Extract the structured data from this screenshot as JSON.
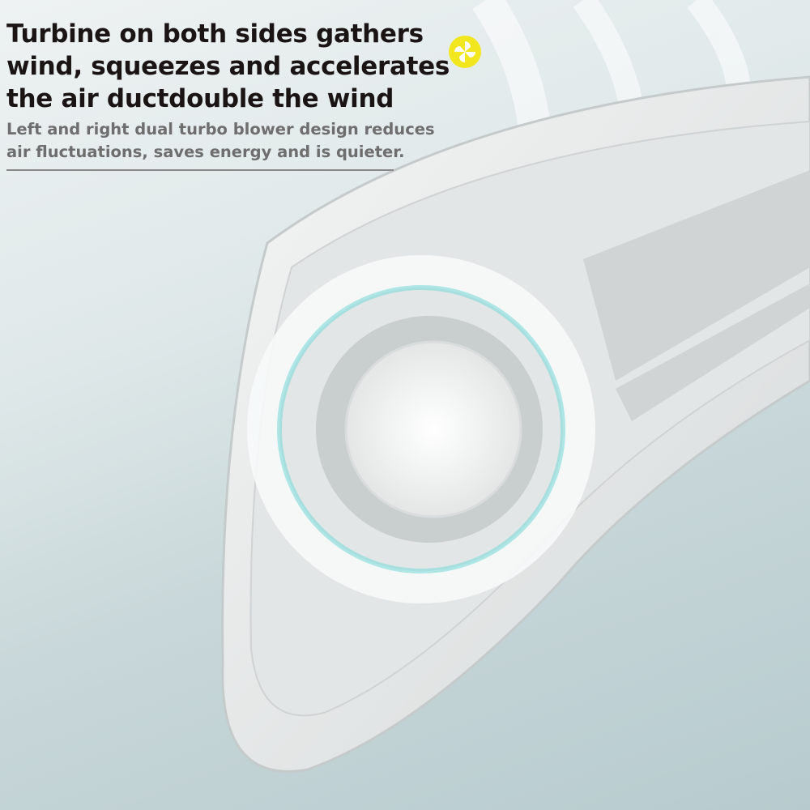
{
  "headline": {
    "lines": [
      "Turbine on both sides gathers",
      "wind, squeezes and accelerates",
      "the air ductdouble the wind"
    ]
  },
  "subtitle": {
    "lines": [
      "Left and right dual turbo blower design reduces",
      "air fluctuations, saves energy and is quieter."
    ]
  },
  "icon": {
    "name": "fan-icon",
    "color": "#f2e61e"
  },
  "colors": {
    "device": "#eceeee",
    "airflow": "#7fd8d8"
  }
}
